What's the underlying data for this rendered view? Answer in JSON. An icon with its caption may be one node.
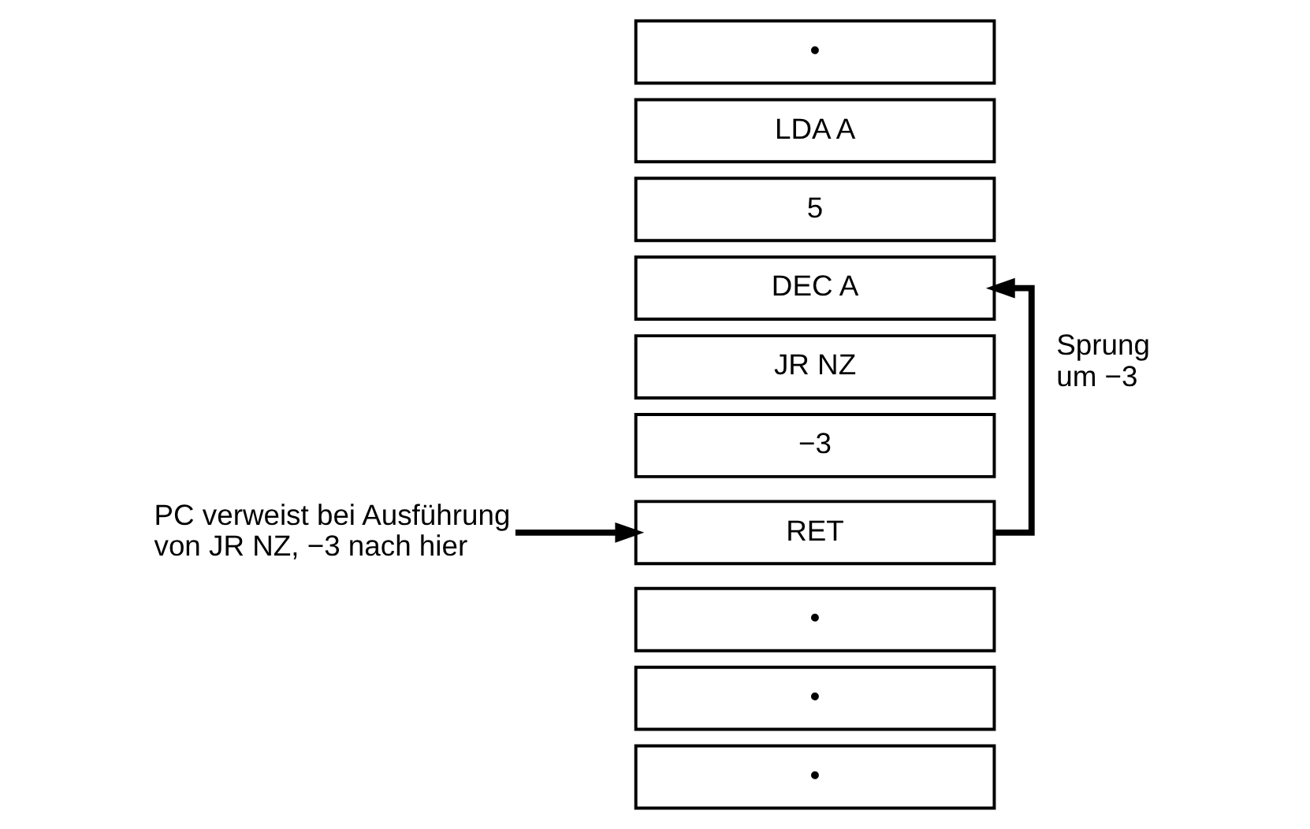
{
  "diagram": {
    "nodes": [
      {
        "text": [
          "•"
        ]
      },
      {
        "text": [
          "LDA A"
        ]
      },
      {
        "text": [
          "5"
        ]
      },
      {
        "text": [
          "DEC A"
        ]
      },
      {
        "text": [
          "JR NZ"
        ]
      },
      {
        "text": [
          "−3"
        ]
      },
      {
        "text": [
          "RET"
        ]
      },
      {
        "text": [
          "•"
        ]
      },
      {
        "text": [
          "•"
        ]
      },
      {
        "text": [
          "•"
        ]
      },
      {
        "text": [
          "PC verweist bei Ausführung von JR NZ, −3 nach hier"
        ]
      }
    ],
    "edges": [
      {
        "from": 10,
        "to": 6,
        "arrow": "to"
      },
      {
        "from": 6,
        "to": 3,
        "arrow": "to",
        "label": "Sprung um −3"
      }
    ]
  }
}
